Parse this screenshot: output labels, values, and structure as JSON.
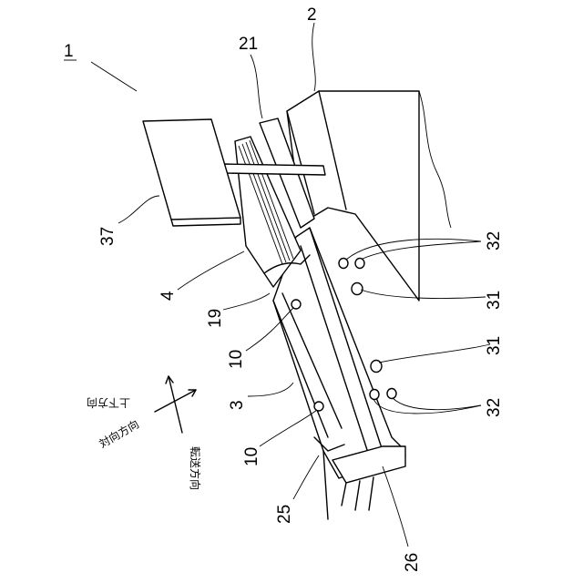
{
  "figure": {
    "ref_numerals": {
      "n1": "1",
      "n2": "2",
      "n21": "21",
      "n37": "37",
      "n4": "4",
      "n19": "19",
      "n10a": "10",
      "n3": "3",
      "n10b": "10",
      "n25": "25",
      "n26": "26",
      "n32a": "32",
      "n31a": "31",
      "n31b": "31",
      "n32b": "32"
    },
    "directions": {
      "vertical": "上下方向",
      "facing": "対向方向",
      "transport": "転送方向"
    }
  }
}
